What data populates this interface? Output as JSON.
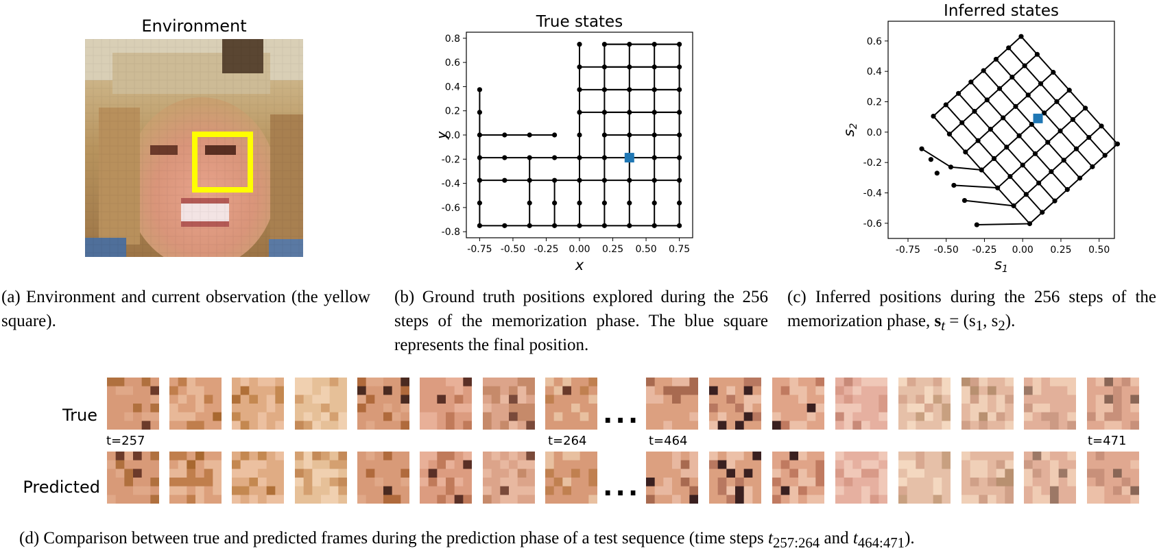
{
  "panel_a": {
    "title": "Environment",
    "caption": "(a) Environment and current observation (the yellow square).",
    "highlight_color": "#ffff00"
  },
  "panel_b": {
    "caption": "(b) Ground truth positions explored during the 256 steps of the memorization phase. The blue square represents the final position."
  },
  "panel_c": {
    "caption_prefix": "(c) Inferred positions during the 256 steps of the memorization phase, ",
    "caption_math": "s",
    "caption_math_sub": "t",
    "caption_math_rest": " = (s",
    "caption_s1_sub": "1",
    "caption_comma": ", s",
    "caption_s2_sub": "2",
    "caption_end": ")."
  },
  "panel_d": {
    "row_true": "True",
    "row_predicted": "Predicted",
    "ellipsis": "...",
    "t_labels": [
      "t=257",
      "t=264",
      "t=464",
      "t=471"
    ],
    "caption_prefix": "(d) Comparison between true and predicted frames during the prediction phase of a test sequence (time steps ",
    "caption_t1": "t",
    "caption_t1_sub": "257:264",
    "caption_and": " and ",
    "caption_t2": "t",
    "caption_t2_sub": "464:471",
    "caption_end": ")."
  },
  "chart_data": [
    {
      "type": "scatter",
      "title": "True states",
      "xlabel": "x",
      "ylabel": "y",
      "xlim": [
        -0.85,
        0.85
      ],
      "ylim": [
        -0.85,
        0.85
      ],
      "xticks": [
        "-0.75",
        "-0.50",
        "-0.25",
        "0.00",
        "0.25",
        "0.50",
        "0.75"
      ],
      "xtick_values": [
        -0.75,
        -0.5,
        -0.25,
        0.0,
        0.25,
        0.5,
        0.75
      ],
      "yticks": [
        "0.8",
        "0.6",
        "0.4",
        "0.2",
        "0.0",
        "-0.2",
        "-0.4",
        "-0.6",
        "-0.8"
      ],
      "ytick_values": [
        0.8,
        0.6,
        0.4,
        0.2,
        0.0,
        -0.2,
        -0.4,
        -0.6,
        -0.8
      ],
      "grid": false,
      "marker_color": "#000000",
      "final_position": [
        0.375,
        -0.1875
      ],
      "final_color": "#1f77b4"
    },
    {
      "type": "scatter",
      "title": "Inferred states",
      "xlabel": "s1",
      "ylabel": "s2",
      "xlim": [
        -0.88,
        0.6
      ],
      "ylim": [
        -0.7,
        0.73
      ],
      "xticks": [
        "-0.75",
        "-0.50",
        "-0.25",
        "0.00",
        "0.25",
        "0.50"
      ],
      "xtick_values": [
        -0.75,
        -0.5,
        -0.25,
        0.0,
        0.25,
        0.5
      ],
      "yticks": [
        "0.6",
        "0.4",
        "0.2",
        "0.0",
        "-0.2",
        "-0.4",
        "-0.6"
      ],
      "ytick_values": [
        0.6,
        0.4,
        0.2,
        0.0,
        -0.2,
        -0.4,
        -0.6
      ],
      "grid": false,
      "marker_color": "#000000",
      "final_position": [
        0.1,
        0.09
      ],
      "final_color": "#1f77b4"
    }
  ]
}
